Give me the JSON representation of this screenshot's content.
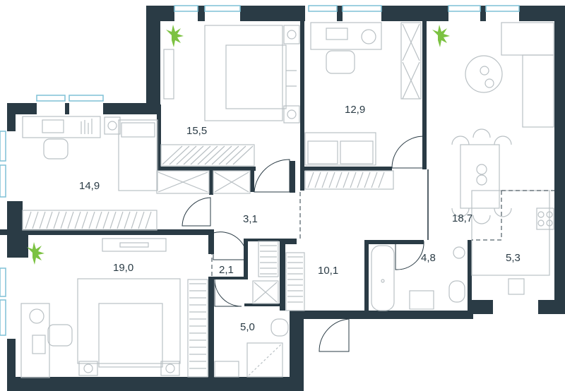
{
  "colors": {
    "wall": "#2a3b45",
    "window": "#7fc1d6",
    "furniture": "#b9c0c4",
    "plant": "#7cc242",
    "background": "#ffffff"
  },
  "rooms": [
    {
      "id": "bedroom-top",
      "area": "15,5"
    },
    {
      "id": "study",
      "area": "12,9"
    },
    {
      "id": "bedroom-left",
      "area": "14,9"
    },
    {
      "id": "corridor",
      "area": "3,1"
    },
    {
      "id": "living-kitchen",
      "area": "18,7"
    },
    {
      "id": "master-bedroom",
      "area": "19,0"
    },
    {
      "id": "closet",
      "area": "2,1"
    },
    {
      "id": "hall",
      "area": "10,1"
    },
    {
      "id": "bathroom",
      "area": "4,8"
    },
    {
      "id": "kitchen",
      "area": "5,3"
    },
    {
      "id": "shower-room",
      "area": "5,0"
    }
  ],
  "icons": [
    "plant-icon",
    "bed-icon",
    "desk-icon",
    "sofa-icon",
    "dining-table-icon",
    "bathtub-icon",
    "toilet-icon",
    "sink-icon",
    "shower-icon",
    "stove-icon"
  ]
}
